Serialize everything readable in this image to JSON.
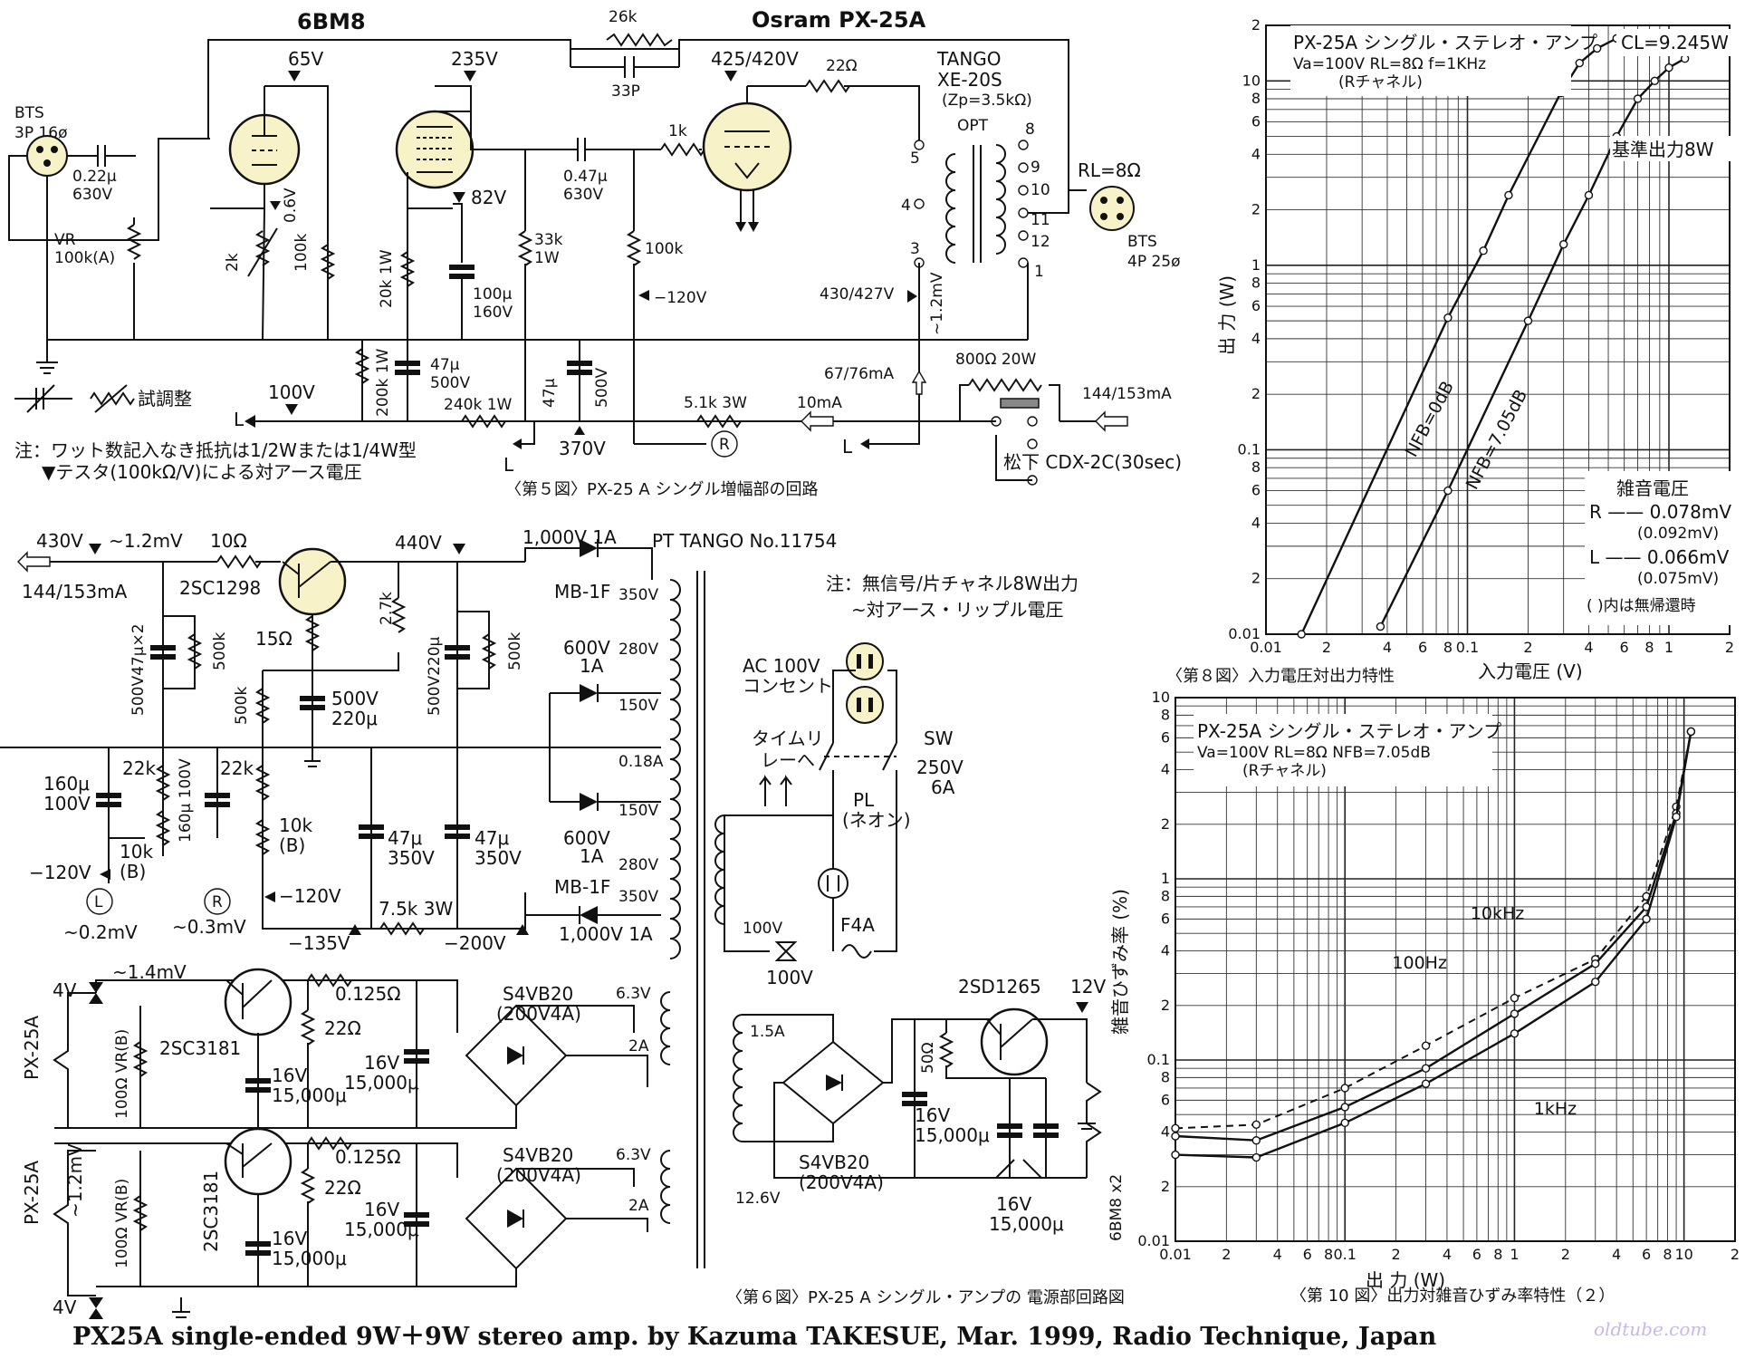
{
  "fig5": {
    "tube1": "6BM8",
    "tube2": "Osram  PX-25A",
    "input_jack": [
      "BTS",
      "3P 16ø"
    ],
    "cap_in": [
      "0.22μ",
      "630V"
    ],
    "vr": [
      "VR",
      "100k(A)"
    ],
    "v65": "65V",
    "v235": "235V",
    "v06": "0.6V",
    "v82": "82V",
    "r2k": "2k",
    "r100k": "100k",
    "r20k": "20k 1W",
    "c100u": [
      "100μ",
      "160V"
    ],
    "r33k": [
      "33k",
      "1W"
    ],
    "c047": [
      "0.47μ",
      "630V"
    ],
    "r1k": "1k",
    "r100k2": "100k",
    "v120": "−120V",
    "r26k": "26k",
    "c33p": "33P",
    "v425": "425/420V",
    "r22": "22Ω",
    "opt_name": [
      "TANGO",
      "XE-20S",
      "(Zp=3.5kΩ)",
      "OPT"
    ],
    "taps": [
      "5",
      "4",
      "3",
      "8",
      "9",
      "10",
      "11",
      "12",
      "1"
    ],
    "rl": "RL=8Ω",
    "out_jack": [
      "BTS",
      "4P 25ø"
    ],
    "v430": "430/427V",
    "mv12": "~1.2mV",
    "ma67": "67/76mA",
    "r800": "800Ω 20W",
    "ma144": "144/153mA",
    "c47a": [
      "47μ",
      "500V"
    ],
    "c47b": [
      "47μ",
      "500V"
    ],
    "r200k": "200k 1W",
    "r240k": "240k 1W",
    "v100": "100V",
    "v370": "370V",
    "r51k": "5.1k 3W",
    "ma10": "10mA",
    "relay": "松下 CDX-2C(30sec)",
    "adjust": "試調整",
    "L": "L",
    "R": "R",
    "note1": "注：ワット数記入なき抵抗は1/2Wまたは1/4W型",
    "note2": "▼テスタ(100kΩ/V)による対アース電圧",
    "caption": "〈第５図〉PX-25 A シングル増幅部の回路"
  },
  "fig6": {
    "v430": "430V",
    "mv12": "~1.2mV",
    "r10": "10Ω",
    "ma144": "144/153mA",
    "tr1": "2SC1298",
    "v440": "440V",
    "d1": "1,000V 1A",
    "pt": "PT  TANGO No.11754",
    "mb1f": "MB-1F",
    "c500v47": "500V47μ×2",
    "r500k": "500k",
    "r15": "15Ω",
    "r27k": "2.7k",
    "c500v220": "500V220μ",
    "r500k2": "500k",
    "r500k3": "500k",
    "c500_220": [
      "500V",
      "220μ"
    ],
    "taps": [
      "350V",
      "280V",
      "150V",
      "0.18A",
      "150V",
      "280V",
      "350V"
    ],
    "d600a": [
      "600V",
      "1A"
    ],
    "d600b": [
      "600V",
      "1A"
    ],
    "note": [
      "注：無信号/片チャネル8W出力",
      "~対アース・リップル電圧"
    ],
    "ac": [
      "AC 100V",
      "コンセント"
    ],
    "timer": [
      "タイムリ",
      "レーへ"
    ],
    "sw": [
      "SW",
      "250V",
      "6A"
    ],
    "pl": [
      "PL",
      "(ネオン)"
    ],
    "c160": [
      "160μ",
      "100V"
    ],
    "r22ka": "22k",
    "r22kb": "22k",
    "c160b": "160μ 100V",
    "r10kb": [
      "10k",
      "(B)"
    ],
    "r10kc": [
      "10k",
      "(B)"
    ],
    "c47_350a": [
      "47μ",
      "350V"
    ],
    "c47_350b": [
      "47μ",
      "350V"
    ],
    "v120a": "−120V",
    "v120b": "−120V",
    "mv02": "~0.2mV",
    "mv03": "~0.3mV",
    "v135": "−135V",
    "r75k": "7.5k 3W",
    "v200": "−200V",
    "d2": "1,000V 1A",
    "v100": "100V",
    "v100b": "100V",
    "f4a": "F4A",
    "h1": {
      "v4": "4V",
      "mv14": "~1.4mV",
      "tube": "PX-25A",
      "vr": "100Ω VR(B)",
      "tr": "2SC3181",
      "r0125": "0.125Ω",
      "r22": "22Ω",
      "c16a": [
        "16V",
        "15,000μ"
      ],
      "c16b": [
        "16V",
        "15,000μ"
      ],
      "bridge": [
        "S4VB20",
        "(200V4A)"
      ],
      "v63": "6.3V",
      "a2": "2A"
    },
    "h2": {
      "v4": "4V",
      "mv12": "~1.2mV",
      "tube": "PX-25A",
      "vr": "100Ω VR(B)",
      "tr": "2SC3181",
      "r0125": "0.125Ω",
      "r22": "22Ω",
      "c16a": [
        "16V",
        "15,000μ"
      ],
      "c16b": [
        "16V",
        "15,000μ"
      ],
      "bridge": [
        "S4VB20",
        "(200V4A)"
      ],
      "v63": "6.3V",
      "a2": "2A"
    },
    "h3": {
      "tr": "2SD1265",
      "v12": "12V",
      "a15": "1.5A",
      "v126": "12.6V",
      "bridge": [
        "S4VB20",
        "(200V4A)"
      ],
      "r50": "50Ω",
      "c16a": [
        "16V",
        "15,000μ"
      ],
      "c16b": [
        "16V",
        "15,000μ"
      ],
      "load": "6BM8 x2"
    },
    "caption": "〈第６図〉PX-25 A シングル・アンプの 電源部回路図"
  },
  "chart8": {
    "title": "PX-25A シングル・ステレオ・アンプ",
    "sub1": "Va=100V   RL=8Ω   f=1KHz",
    "sub2": "(Rチャネル)",
    "cl": "CL=9.245W",
    "ref": "基準出力8W",
    "noise": [
      "雑音電圧",
      "R —— 0.078mV",
      "(0.092mV)",
      "L —— 0.066mV",
      "(0.075mV)",
      "( )内は無帰還時"
    ],
    "ylabel": "出 力 (W)",
    "xlabel": "入力電圧 (V)",
    "caption": "〈第８図〉入力電圧対出力特性"
  },
  "chart10": {
    "title": "PX-25A シングル・ステレオ・アンプ",
    "sub1": "Va=100V   RL=8Ω   NFB=7.05dB",
    "sub2": "(Rチャネル)",
    "ylabel": "雑音ひずみ率 (%)",
    "xlabel": "出 力 (W)",
    "caption": "〈第 10 図〉出力対雑音ひずみ率特性（２）"
  },
  "chart_data": [
    {
      "type": "line",
      "title": "PX-25A シングル・ステレオ・アンプ",
      "xlabel": "入力電圧 (V)",
      "ylabel": "出 力 (W)",
      "x_scale": "log",
      "y_scale": "log",
      "xlim": [
        0.01,
        2
      ],
      "ylim": [
        0.01,
        20
      ],
      "x_ticks": [
        "0.01",
        "2",
        "4",
        "6",
        "8",
        "0.1",
        "2",
        "4",
        "6",
        "8",
        "1",
        "2"
      ],
      "y_ticks": [
        "0.01",
        "2",
        "4",
        "6",
        "8",
        "0.1",
        "2",
        "4",
        "6",
        "8",
        "1",
        "2",
        "4",
        "6",
        "8",
        "10",
        "2"
      ],
      "grid": true,
      "series": [
        {
          "name": "NFB=0dB",
          "x": [
            0.015,
            0.08,
            0.12,
            0.16,
            0.29,
            0.36,
            0.44,
            0.55
          ],
          "y": [
            0.01,
            0.52,
            1.2,
            2.4,
            8.6,
            12.5,
            15,
            17
          ]
        },
        {
          "name": "NFB=7.05dB",
          "x": [
            0.037,
            0.08,
            0.2,
            0.3,
            0.4,
            0.55,
            0.7,
            0.85,
            1.0,
            1.2
          ],
          "y": [
            0.011,
            0.06,
            0.5,
            1.3,
            2.4,
            5.0,
            8.0,
            10.0,
            11.8,
            13.2
          ]
        }
      ],
      "annotations": [
        "CL=9.245W",
        "基準出力8W"
      ]
    },
    {
      "type": "line",
      "title": "PX-25A シングル・ステレオ・アンプ",
      "xlabel": "出 力 (W)",
      "ylabel": "雑音ひずみ率 (%)",
      "x_scale": "log",
      "y_scale": "log",
      "xlim": [
        0.01,
        20
      ],
      "ylim": [
        0.01,
        10
      ],
      "x_ticks": [
        "0.01",
        "2",
        "4",
        "6",
        "8",
        "0.1",
        "2",
        "4",
        "6",
        "8",
        "1",
        "2",
        "4",
        "6",
        "8",
        "10",
        "2"
      ],
      "y_ticks": [
        "0.01",
        "2",
        "4",
        "6",
        "8",
        "0.1",
        "2",
        "4",
        "6",
        "8",
        "1",
        "2",
        "4",
        "6",
        "8",
        "10"
      ],
      "grid": true,
      "series": [
        {
          "name": "10kHz",
          "x": [
            0.01,
            0.03,
            0.1,
            0.3,
            1,
            3,
            6,
            9,
            11
          ],
          "y": [
            0.042,
            0.044,
            0.07,
            0.12,
            0.22,
            0.36,
            0.8,
            2.5,
            6.5
          ]
        },
        {
          "name": "100Hz",
          "x": [
            0.01,
            0.03,
            0.1,
            0.3,
            1,
            3,
            6,
            9,
            11
          ],
          "y": [
            0.038,
            0.036,
            0.055,
            0.09,
            0.18,
            0.34,
            0.7,
            2.3,
            6.5
          ]
        },
        {
          "name": "1kHz",
          "x": [
            0.01,
            0.03,
            0.1,
            0.3,
            1,
            3,
            6,
            9,
            11
          ],
          "y": [
            0.03,
            0.029,
            0.045,
            0.074,
            0.14,
            0.27,
            0.6,
            2.2,
            6.5
          ]
        }
      ]
    }
  ],
  "footer": "PX25A single-ended   9W＋9W   stereo amp. by Kazuma TAKESUE, Mar. 1999, Radio Technique, Japan",
  "watermark": "oldtube.com"
}
